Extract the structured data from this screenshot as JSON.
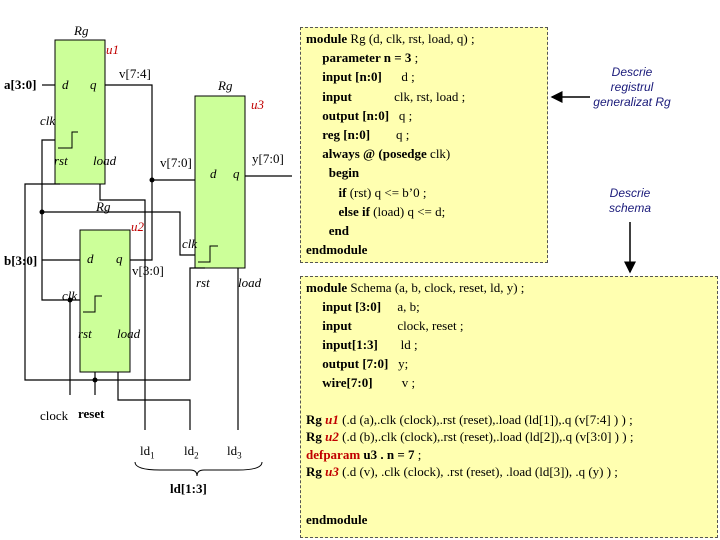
{
  "schematic": {
    "u1": {
      "type": "Rg",
      "inst": "u1",
      "d": "d",
      "q": "q",
      "clk": "clk",
      "rst": "rst",
      "load": "load"
    },
    "u2": {
      "type": "Rg",
      "inst": "u2",
      "d": "d",
      "q": "q",
      "clk": "clk",
      "rst": "rst",
      "load": "load"
    },
    "u3": {
      "type": "Rg",
      "inst": "u3",
      "d": "d",
      "q": "q",
      "clk": "clk",
      "rst": "rst",
      "load": "load"
    },
    "signals": {
      "a": "a[3:0]",
      "b": "b[3:0]",
      "v74": "v[7:4]",
      "v30": "v[3:0]",
      "v70": "v[7:0]",
      "y70": "y[7:0]",
      "clock": "clock",
      "reset": "reset",
      "ld": "ld[1:3]"
    },
    "ld_bits": [
      {
        "base": "ld",
        "sub": "1"
      },
      {
        "base": "ld",
        "sub": "2"
      },
      {
        "base": "ld",
        "sub": "3"
      }
    ]
  },
  "code_rg": {
    "lines": [
      [
        {
          "t": "module",
          "b": true
        },
        {
          "t": " Rg (d, clk, rst, load, q) ;"
        }
      ],
      [
        {
          "t": "     parameter n = 3",
          "b": true
        },
        {
          "t": " ;"
        }
      ],
      [
        {
          "t": "     input [n:0]",
          "b": true
        },
        {
          "t": "      d ;"
        }
      ],
      [
        {
          "t": "     input",
          "b": true
        },
        {
          "t": "             clk, rst, load ;"
        }
      ],
      [
        {
          "t": "     output [n:0]",
          "b": true
        },
        {
          "t": "   q ;"
        }
      ],
      [
        {
          "t": "     reg [n:0]",
          "b": true
        },
        {
          "t": "        q ;"
        }
      ],
      [
        {
          "t": "     always @ (posedge",
          "b": true
        },
        {
          "t": " clk)"
        }
      ],
      [
        {
          "t": "       begin",
          "b": true
        }
      ],
      [
        {
          "t": "          if",
          "b": true
        },
        {
          "t": " (rst) q <= b’0 ;"
        }
      ],
      [
        {
          "t": "          else if",
          "b": true
        },
        {
          "t": " (load) q <= d;"
        }
      ],
      [
        {
          "t": "       end",
          "b": true
        }
      ],
      [
        {
          "t": "endmodule",
          "b": true
        }
      ]
    ]
  },
  "code_schema": {
    "lines": [
      [
        {
          "t": "module",
          "b": true
        },
        {
          "t": " Schema (a, b, clock, reset, ld, y) ;"
        }
      ],
      [
        {
          "t": "     input [3:0]",
          "b": true
        },
        {
          "t": "     a, b;"
        }
      ],
      [
        {
          "t": "     input",
          "b": true
        },
        {
          "t": "              clock, reset ;"
        }
      ],
      [
        {
          "t": "     input[1:3]",
          "b": true
        },
        {
          "t": "       ld ;"
        }
      ],
      [
        {
          "t": "     output [7:0]",
          "b": true
        },
        {
          "t": "   y;"
        }
      ],
      [
        {
          "t": "     wire[7:0]",
          "b": true
        },
        {
          "t": "         v ;"
        }
      ]
    ],
    "instances": [
      [
        {
          "t": "Rg ",
          "b": true
        },
        {
          "t": "u1",
          "i": true
        },
        {
          "t": " (.d (a),.clk (clock),.rst (reset),.load (ld[1]),.q (v[7:4] ) ) ;"
        }
      ],
      [
        {
          "t": "Rg ",
          "b": true
        },
        {
          "t": "u2",
          "i": true
        },
        {
          "t": " (.d (b),.clk (clock),.rst (reset),.load (ld[2]),.q (v[3:0] ) ) ;"
        }
      ],
      [
        {
          "t": "defparam",
          "b": true,
          "red": true
        },
        {
          "t": " u3 . n = 7",
          "b": true
        },
        {
          "t": " ;"
        }
      ],
      [
        {
          "t": "Rg ",
          "b": true
        },
        {
          "t": "u3",
          "i": true
        },
        {
          "t": " (.d (v), .clk (clock), .rst (reset), .load (ld[3]), .q (y) ) ;"
        }
      ]
    ],
    "end": "endmodule"
  },
  "notes": {
    "register": "Descrie registrul generalizat Rg",
    "schema": "Descrie schema"
  },
  "colors": {
    "block_fill": "#ccff99",
    "panel_fill": "#ffffb0",
    "note_text": "#1a1a7a",
    "instance_name": "#c00000"
  }
}
